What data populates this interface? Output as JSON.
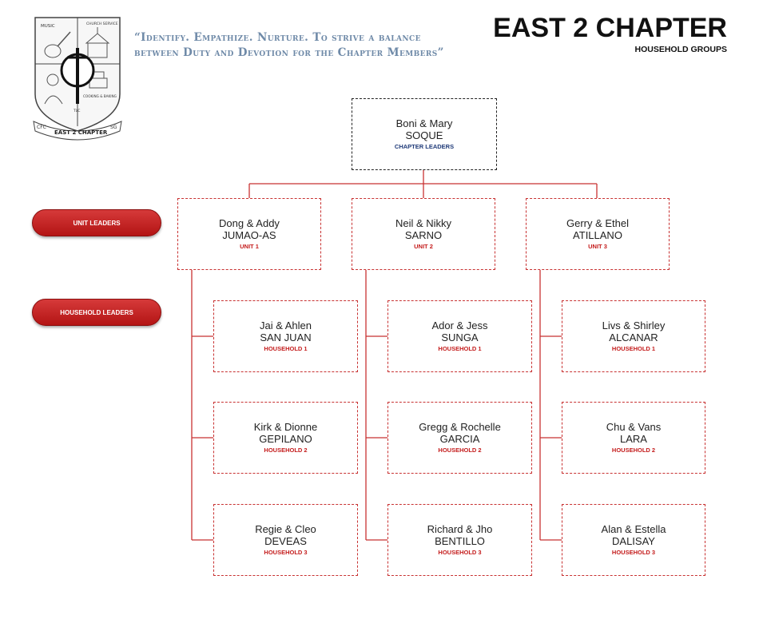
{
  "header": {
    "motto": "“Identify. Empathize. Nurture. To strive a balance between Duty and Devotion for the Chapter Members”",
    "title": "EAST 2 CHAPTER",
    "subtitle": "HOUSEHOLD GROUPS"
  },
  "crest": {
    "labels": {
      "music": "MUSIC",
      "church_service": "CHURCH SERVICE",
      "cooking": "COOKING & BAKING",
      "tlc": "TLC",
      "banner": "EAST 2 CHAPTER",
      "cfc": "CFC",
      "sg": "SG"
    }
  },
  "legend": {
    "unit_leaders": "UNIT LEADERS",
    "household_leaders": "HOUSEHOLD LEADERS"
  },
  "chapter_leaders": {
    "names": "Boni & Mary",
    "surname": "SOQUE",
    "role": "CHAPTER LEADERS"
  },
  "units": [
    {
      "names": "Dong & Addy",
      "surname": "JUMAO-AS",
      "role": "UNIT 1",
      "households": [
        {
          "names": "Jai & Ahlen",
          "surname": "SAN JUAN",
          "role": "HOUSEHOLD 1"
        },
        {
          "names": "Kirk & Dionne",
          "surname": "GEPILANO",
          "role": "HOUSEHOLD 2"
        },
        {
          "names": "Regie & Cleo",
          "surname": "DEVEAS",
          "role": "HOUSEHOLD 3"
        }
      ]
    },
    {
      "names": "Neil & Nikky",
      "surname": "SARNO",
      "role": "UNIT 2",
      "households": [
        {
          "names": "Ador & Jess",
          "surname": "SUNGA",
          "role": "HOUSEHOLD 1"
        },
        {
          "names": "Gregg & Rochelle",
          "surname": "GARCIA",
          "role": "HOUSEHOLD 2"
        },
        {
          "names": "Richard & Jho",
          "surname": "BENTILLO",
          "role": "HOUSEHOLD 3"
        }
      ]
    },
    {
      "names": "Gerry & Ethel",
      "surname": "ATILLANO",
      "role": "UNIT 3",
      "households": [
        {
          "names": "Livs & Shirley",
          "surname": "ALCANAR",
          "role": "HOUSEHOLD 1"
        },
        {
          "names": "Chu & Vans",
          "surname": "LARA",
          "role": "HOUSEHOLD 2"
        },
        {
          "names": "Alan & Estella",
          "surname": "DALISAY",
          "role": "HOUSEHOLD 3"
        }
      ]
    }
  ],
  "colors": {
    "accent_red": "#c41c1c",
    "chapter_role_blue": "#1f3a78",
    "motto_blue": "#6f8aa8"
  }
}
